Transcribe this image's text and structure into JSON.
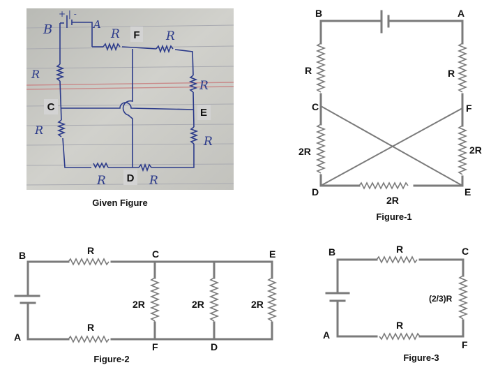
{
  "given": {
    "caption": "Given Figure",
    "tags": {
      "B": "B",
      "A": "A",
      "F": "F",
      "C": "C",
      "E": "E",
      "D": "D"
    },
    "resistor_labels": [
      "R",
      "R",
      "R",
      "R",
      "R",
      "R",
      "R",
      "R"
    ],
    "battery_marks": "+ | -"
  },
  "fig1": {
    "caption": "Figure-1",
    "nodes": {
      "B": "B",
      "A": "A",
      "C": "C",
      "F": "F",
      "D": "D",
      "E": "E"
    },
    "resistors": {
      "bc": "R",
      "af": "R",
      "cd": "2R",
      "fe": "2R",
      "de": "2R"
    }
  },
  "fig2": {
    "caption": "Figure-2",
    "nodes": {
      "B": "B",
      "A": "A",
      "C": "C",
      "E": "E",
      "F": "F",
      "D": "D"
    },
    "resistors": {
      "top": "R",
      "bottom": "R",
      "r1": "2R",
      "r2": "2R",
      "r3": "2R"
    }
  },
  "fig3": {
    "caption": "Figure-3",
    "nodes": {
      "B": "B",
      "A": "A",
      "C": "C",
      "F": "F"
    },
    "resistors": {
      "top": "R",
      "bottom": "R",
      "right": "(2/3)R"
    }
  },
  "colors": {
    "wire": "#7a7a7a",
    "paper": "#c9c9c4",
    "ink": "#2b3a8a",
    "rule": "#c98a8a"
  }
}
